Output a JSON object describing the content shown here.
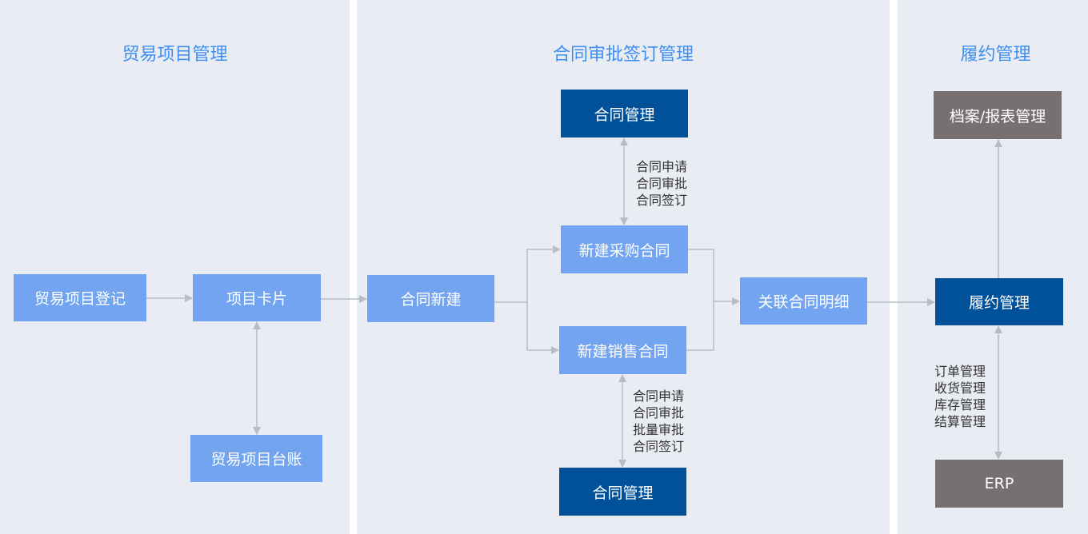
{
  "sections": [
    {
      "title": "贸易项目管理"
    },
    {
      "title": "合同审批签订管理"
    },
    {
      "title": "履约管理"
    }
  ],
  "boxes": {
    "trade_register": "贸易项目登记",
    "project_card": "项目卡片",
    "trade_ledger": "贸易项目台账",
    "contract_new": "合同新建",
    "contract_mgmt_top": "合同管理",
    "new_purchase": "新建采购合同",
    "new_sales": "新建销售合同",
    "contract_mgmt_bottom": "合同管理",
    "link_detail": "关联合同明细",
    "archive_report": "档案/报表管理",
    "fulfillment": "履约管理",
    "erp": "ERP"
  },
  "notes": {
    "top": [
      "合同申请",
      "合同审批",
      "合同签订"
    ],
    "bottom": [
      "合同申请",
      "合同审批",
      "批量审批",
      "合同签订"
    ],
    "right": [
      "订单管理",
      "收货管理",
      "库存管理",
      "结算管理"
    ]
  },
  "colors": {
    "background": "#e9ecf3",
    "title": "#3d8ef0",
    "light_box": "#73a4f0",
    "dark_box": "#00519a",
    "gray_box": "#767070",
    "connector": "#b8bcc5"
  }
}
